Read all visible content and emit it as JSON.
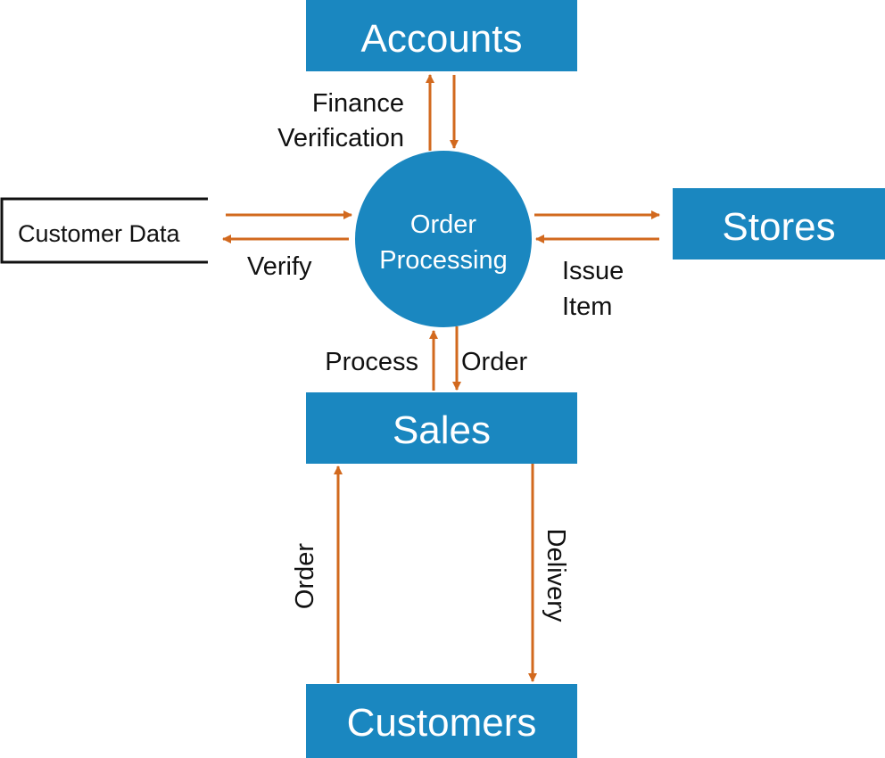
{
  "colors": {
    "entity_fill": "#1a87c0",
    "arrow": "#d2691e",
    "text_dark": "#111111",
    "text_light": "#ffffff"
  },
  "entities": {
    "accounts": "Accounts",
    "stores": "Stores",
    "sales": "Sales",
    "customers": "Customers"
  },
  "process": {
    "line1": "Order",
    "line2": "Processing"
  },
  "data_store": {
    "label": "Customer Data"
  },
  "flows": {
    "finance_line1": "Finance",
    "finance_line2": "Verification",
    "verify": "Verify",
    "issue_line1": "Issue",
    "issue_line2": "Item",
    "process": "Process",
    "order_from_process": "Order",
    "order_from_customers": "Order",
    "delivery": "Delivery"
  }
}
